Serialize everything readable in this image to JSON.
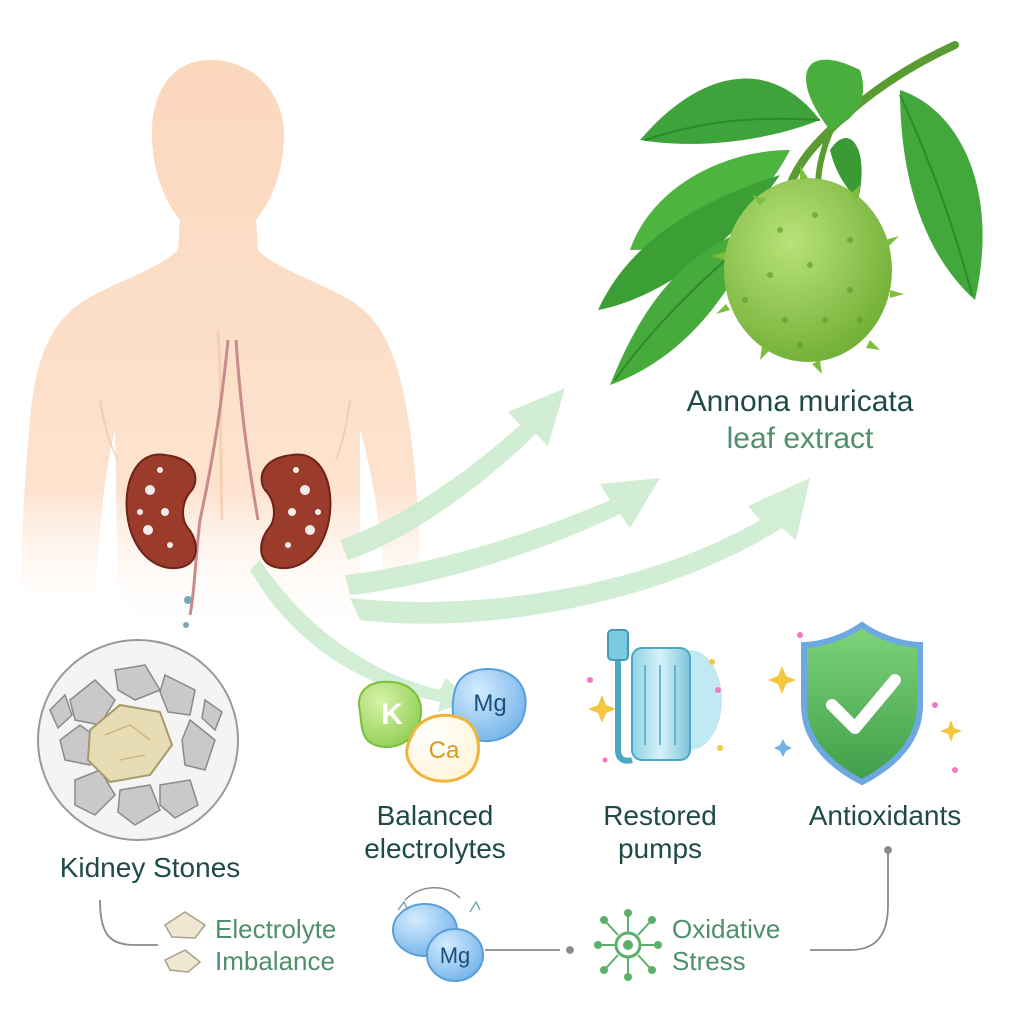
{
  "plant": {
    "name": "Annona muricata",
    "subtitle": "leaf extract"
  },
  "electrolytes": [
    "K",
    "Ca",
    "Mg"
  ],
  "benefits": {
    "electrolytes_label_1": "Balanced",
    "electrolytes_label_2": "electrolytes",
    "pumps_label_1": "Restored",
    "pumps_label_2": "pumps",
    "antioxidants_label": "Antioxidants"
  },
  "problems": {
    "stones_label": "Kidney Stones",
    "imbalance_label_1": "Electrolyte",
    "imbalance_label_2": "Imbalance",
    "imbalance_ion": "Mg",
    "oxidative_label_1": "Oxidative",
    "oxidative_label_2": "Stress"
  },
  "colors": {
    "leaf": "#4caf3e",
    "fruit": "#8fcf4a",
    "skin": "#fbdcc4",
    "kidney": "#9a3b2c",
    "arrow": "#cdeccf",
    "shield": "#5fbf5f",
    "text_dark": "#1f4a48",
    "text_green": "#4f8f6b"
  }
}
